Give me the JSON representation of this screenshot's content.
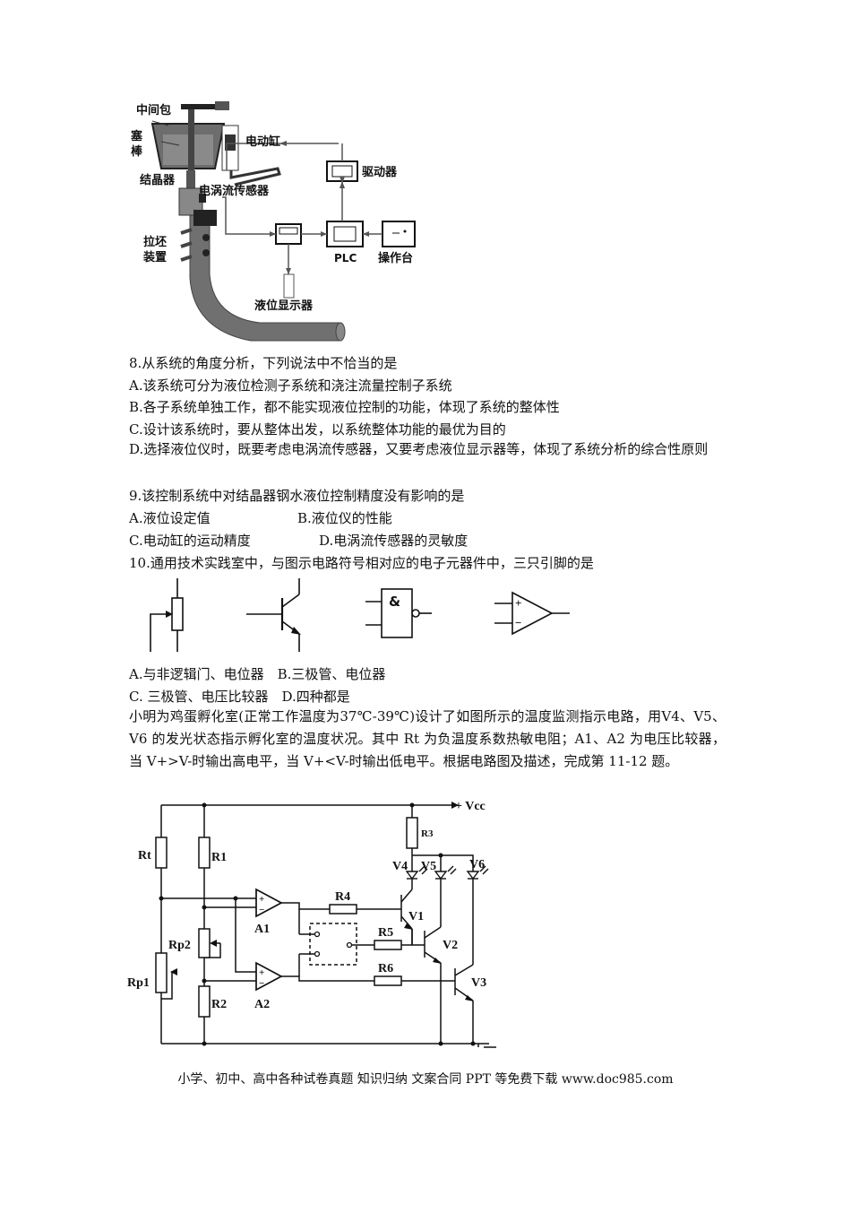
{
  "figure1": {
    "labels": {
      "tundish": "中间包",
      "stopper_1": "塞",
      "stopper_2": "棒",
      "actuator": "电动缸",
      "driver": "驱动器",
      "crystallizer": "结晶器",
      "eddy_sensor": "电涡流传感器",
      "withdrawal_1": "拉坯",
      "withdrawal_2": "装置",
      "plc": "PLC",
      "console": "操作台",
      "level_display": "液位显示器"
    }
  },
  "q8": {
    "stem": "8.从系统的角度分析，下列说法中不恰当的是",
    "a": "A.该系统可分为液位检测子系统和浇注流量控制子系统",
    "b": "B.各子系统单独工作，都不能实现液位控制的功能，体现了系统的整体性",
    "c": "C.设计该系统时，要从整体出发，以系统整体功能的最优为目的",
    "d": "D.选择液位仪时，既要考虑电涡流传感器，又要考虑液位显示器等，体现了系统分析的综合性原则"
  },
  "q9": {
    "stem": "9.该控制系统中对结晶器钢水液位控制精度没有影响的是",
    "a": "A.液位设定值",
    "b": "B.液位仪的性能",
    "c": "C.电动缸的运动精度",
    "d": "D.电涡流传感器的灵敏度"
  },
  "q10": {
    "stem": "10.通用技术实践室中，与图示电路符号相对应的电子元器件中，三只引脚的是",
    "symbols": {
      "and_gate": "&",
      "plus": "+",
      "minus": "−"
    },
    "ab": "A.与非逻辑门、电位器　B.三极管、电位器",
    "cd": "C. 三极管、电压比较器　D.四种都是"
  },
  "intro": "小明为鸡蛋孵化室(正常工作温度为37℃-39℃)设计了如图所示的温度监测指示电路，用V4、V5、V6 的发光状态指示孵化室的温度状况。其中 Rt 为负温度系数热敏电阻；A1、A2 为电压比较器，当 V+>V-时输出高电平，当 V+<V-时输出低电平。根据电路图及描述，完成第 11-12 题。",
  "circuit": {
    "labels": {
      "vcc": "+ Vcc",
      "rt": "Rt",
      "r1": "R1",
      "r2": "R2",
      "r3": "R3",
      "r4": "R4",
      "r5": "R5",
      "r6": "R6",
      "rp1": "Rp1",
      "rp2": "Rp2",
      "a1": "A1",
      "a2": "A2",
      "v1": "V1",
      "v2": "V2",
      "v3": "V3",
      "v4": "V4",
      "v5": "V5",
      "v6": "V6",
      "plus": "+",
      "minus": "−"
    }
  },
  "footer": "小学、初中、高中各种试卷真题 知识归纳 文案合同 PPT 等免费下载   www.doc985.com"
}
